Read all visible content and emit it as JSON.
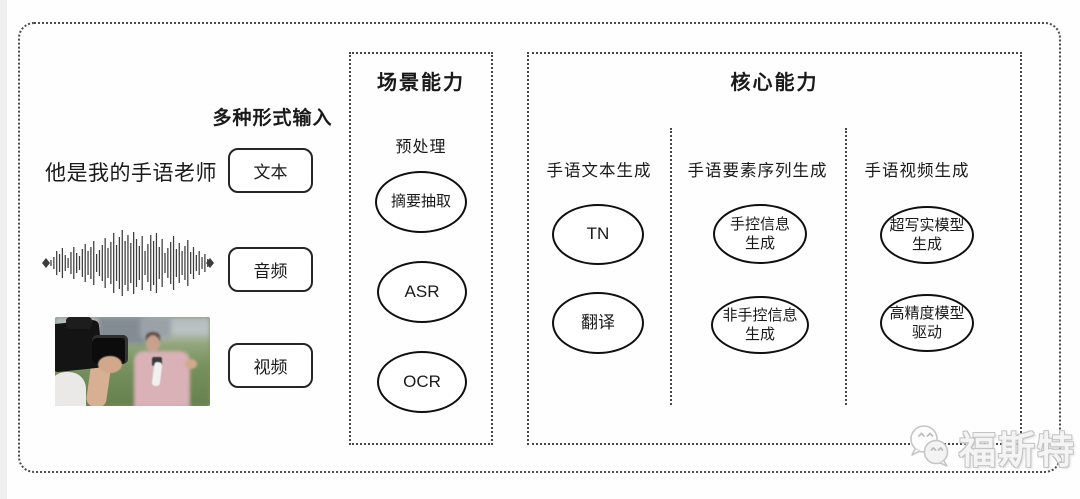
{
  "input_section": {
    "heading": "多种形式输入",
    "text_sample": "他是我的手语老师",
    "items": [
      {
        "label": "文本"
      },
      {
        "label": "音频"
      },
      {
        "label": "视频"
      }
    ]
  },
  "scene_box": {
    "title": "场景能力",
    "subtitle": "预处理",
    "nodes": [
      "摘要抽取",
      "ASR",
      "OCR"
    ]
  },
  "core_box": {
    "title": "核心能力",
    "columns": [
      {
        "header": "手语文本生成",
        "nodes": [
          "TN",
          "翻译"
        ]
      },
      {
        "header": "手语要素序列生成",
        "nodes": [
          "手控信息\n生成",
          "非手控信息\n生成"
        ]
      },
      {
        "header": "手语视频生成",
        "nodes": [
          "超写实模型\n生成",
          "高精度模型\n驱动"
        ]
      }
    ]
  },
  "watermark": {
    "brand": "福斯特",
    "logo": "chat-bubbles-icon"
  },
  "colors": {
    "border_dotted": "#4d4d4d",
    "node_border": "#0f0f0f",
    "text": "#1a1a1a",
    "watermark_gray": "#c9c9c9"
  }
}
